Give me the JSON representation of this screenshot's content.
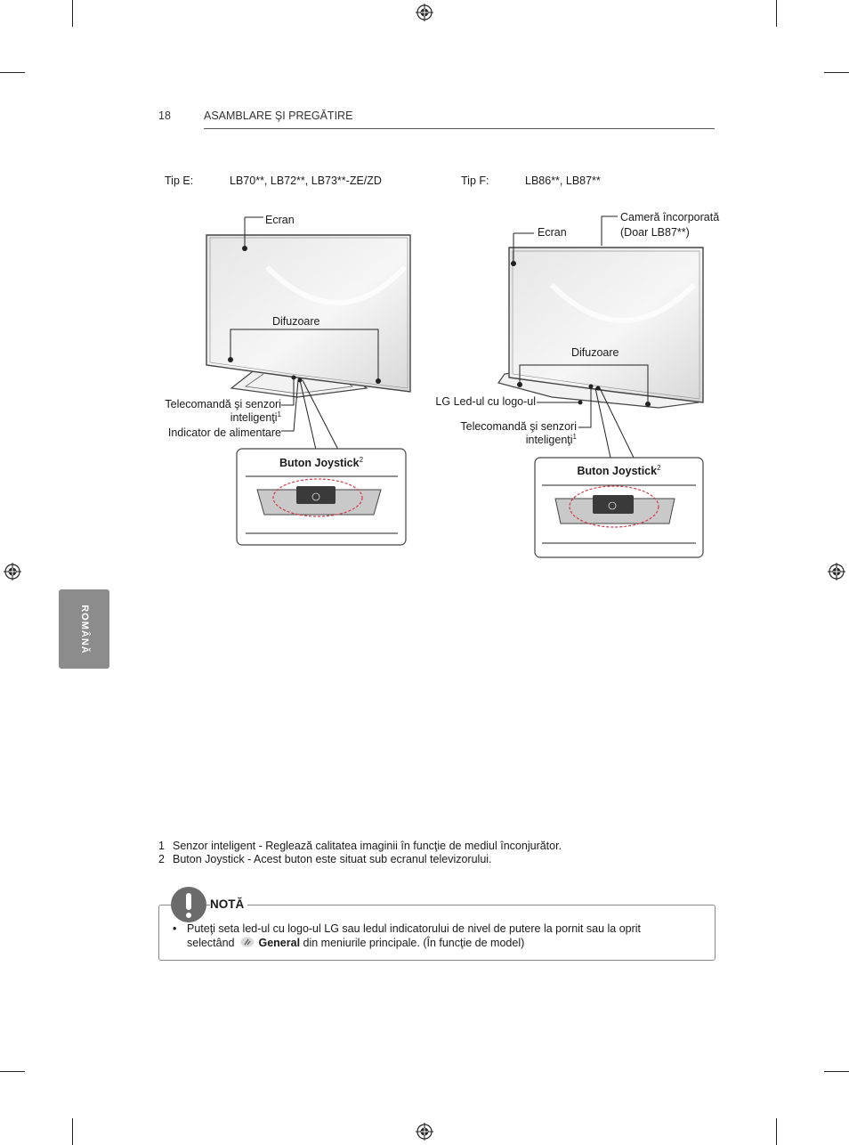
{
  "header": {
    "page_number": "18",
    "section_title": "ASAMBLARE ŞI PREGĂTIRE"
  },
  "side_tab": {
    "label": "ROMÂNĂ"
  },
  "type_e": {
    "label": "Tip E:",
    "models": "LB70**, LB72**, LB73**-ZE/ZD",
    "callouts": {
      "screen": "Ecran",
      "speakers": "Difuzoare",
      "remote_sensors": "Telecomandă şi senzori",
      "remote_sensors_2": "inteligenţi",
      "remote_sensors_sup": "1",
      "power_indicator": "Indicator de alimentare"
    },
    "joystick": {
      "title": "Buton Joystick",
      "sup": "2"
    }
  },
  "type_f": {
    "label": "Tip F:",
    "models": "LB86**, LB87**",
    "callouts": {
      "screen": "Ecran",
      "camera": "Cameră încorporată",
      "camera_note": "(Doar LB87**)",
      "speakers": "Difuzoare",
      "lg_led": "LG Led-ul cu logo-ul",
      "remote_sensors": "Telecomandă şi senzori",
      "remote_sensors_2": "inteligenţi",
      "remote_sensors_sup": "1"
    },
    "joystick": {
      "title": "Buton Joystick",
      "sup": "2"
    }
  },
  "footnotes": [
    {
      "num": "1",
      "text": "Senzor inteligent - Reglează calitatea imaginii în funcţie de mediul înconjurător."
    },
    {
      "num": "2",
      "text": "Buton Joystick - Acest buton este situat sub ecranul televizorului."
    }
  ],
  "note": {
    "title": "NOTĂ",
    "bullet": "•",
    "line1": "Puteţi seta led-ul cu logo-ul LG sau ledul indicatorului de nivel de putere la pornit sau la oprit",
    "line2_pre": "selectând",
    "line2_bold": "General",
    "line2_post": "din meniurile principale. (În funcţie de model)"
  }
}
